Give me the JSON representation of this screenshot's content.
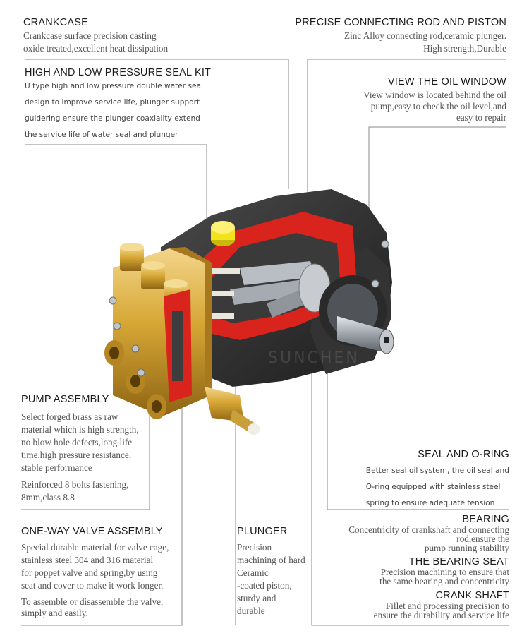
{
  "crankcase": {
    "title": "CRANKCASE",
    "lines": [
      "Crankcase surface precision casting",
      "oxide treated,excellent heat dissipation"
    ]
  },
  "seal_kit": {
    "title": "HIGH AND LOW PRESSURE SEAL KIT",
    "lines": [
      "U type high and low pressure double water seal",
      "design to improve service life, plunger support",
      "guidering ensure the plunger coaxiality extend",
      "the service life of water seal and plunger"
    ]
  },
  "connecting_rod": {
    "title": "PRECISE CONNECTING ROD AND PISTON",
    "lines": [
      "Zinc Alloy connecting rod,ceramic plunger.",
      "High strength,Durable"
    ]
  },
  "oil_window": {
    "title": "VIEW THE OIL WINDOW",
    "lines": [
      "View window is located behind the oil",
      "pump,easy to check the oil level,and",
      "easy to repair"
    ]
  },
  "pump_assembly": {
    "title": "PUMP ASSEMBLY",
    "lines": [
      "Select forged brass as raw",
      "material which is high strength,",
      "no blow hole defects,long life",
      "time,high pressure resistance,",
      "stable performance"
    ],
    "lines2": [
      "Reinforced 8 bolts fastening,",
      "8mm,class 8.8"
    ]
  },
  "seal_oring": {
    "title": "SEAL AND O-RING",
    "lines": [
      "Better seal oil system, the oil seal and",
      "O-ring equipped with stainless steel",
      "spring to ensure adequate tension"
    ]
  },
  "valve": {
    "title": "ONE-WAY VALVE ASSEMBLY",
    "lines": [
      "Special durable material for valve cage,",
      "stainless steel 304 and 316 material",
      "for poppet valve and spring,by using",
      "seat and cover to make it work longer."
    ],
    "lines2": [
      "To assemble or disassemble the valve,",
      "simply and easily."
    ]
  },
  "plunger": {
    "title": "PLUNGER",
    "lines": [
      "Precision",
      "machining of hard",
      "Ceramic",
      "-coated piston,",
      "sturdy and",
      "durable"
    ]
  },
  "bearing": {
    "title": "BEARING",
    "lines": [
      "Concentricity of crankshaft and connecting",
      "rod,ensure the",
      "pump running stability"
    ]
  },
  "bearing_seat": {
    "title": "THE BEARING SEAT",
    "lines": [
      "Precision machining to ensure that",
      "the same bearing and concentricity"
    ]
  },
  "crank_shaft": {
    "title": "CRANK SHAFT",
    "lines": [
      "Fillet and processing precision to",
      "ensure the durability and service life"
    ]
  },
  "watermark": "SUNCHEN",
  "colors": {
    "housing": "#2b2b2b",
    "cutaway": "#d8241c",
    "brass": "#d4a530",
    "oil_cap": "#f2e21a",
    "steel": "#9aa0a6"
  }
}
